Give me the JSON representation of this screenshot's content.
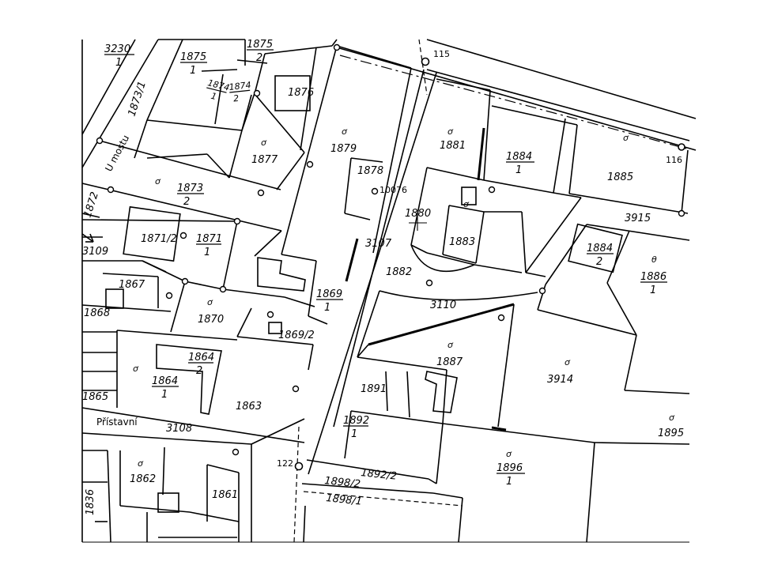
{
  "streets": [
    "U mostu",
    "Přístavní"
  ],
  "survey_points": [
    "115",
    "116",
    "122",
    "10076"
  ],
  "parcels_simple": [
    "1868",
    "1870",
    "1865",
    "1863",
    "1862",
    "1861",
    "1836",
    "1882",
    "1883",
    "1881",
    "1885",
    "1877",
    "1879",
    "1878",
    "1876",
    "1880",
    "1891",
    "1887",
    "3914",
    "1895",
    "3915",
    "3110",
    "3107",
    "3108",
    "3109",
    "1872",
    "1873/1",
    "1867",
    "1869/2",
    "1871/2",
    "1898/2",
    "1898/1",
    "1892/2"
  ],
  "parcels_fraction": [
    {
      "num": "3230",
      "den": "1"
    },
    {
      "num": "1875",
      "den": "1"
    },
    {
      "num": "1875",
      "den": "2"
    },
    {
      "num": "1874",
      "den": "1"
    },
    {
      "num": "1874",
      "den": "2"
    },
    {
      "num": "1873",
      "den": "2"
    },
    {
      "num": "1871",
      "den": "1"
    },
    {
      "num": "1884",
      "den": "1"
    },
    {
      "num": "1884",
      "den": "2"
    },
    {
      "num": "1886",
      "den": "1"
    },
    {
      "num": "1869",
      "den": "1"
    },
    {
      "num": "1864",
      "den": "2"
    },
    {
      "num": "1864",
      "den": "1"
    },
    {
      "num": "1892",
      "den": "1"
    },
    {
      "num": "1896",
      "den": "1"
    }
  ]
}
